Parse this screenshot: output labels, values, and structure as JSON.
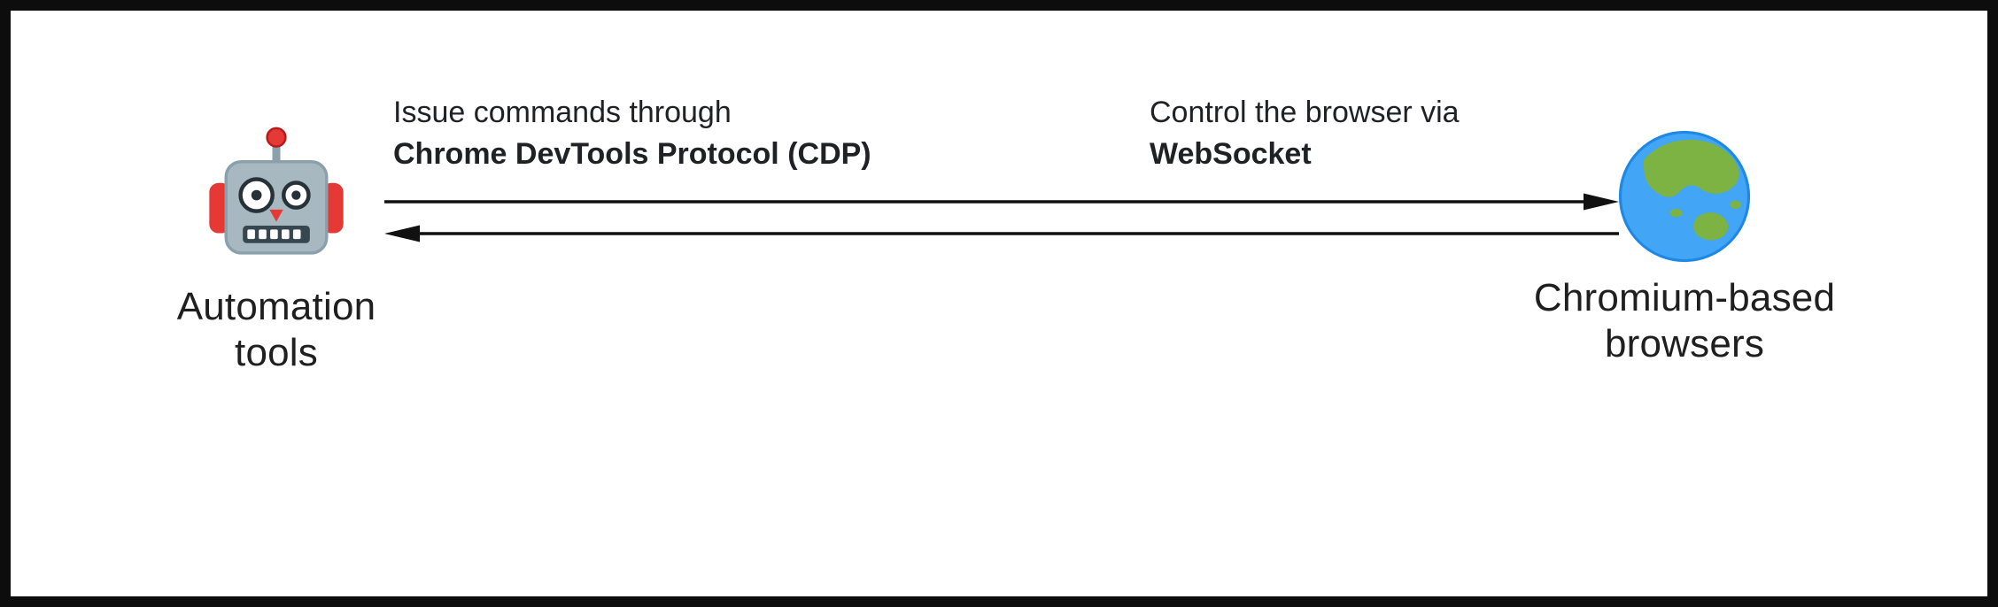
{
  "diagram": {
    "annotations": {
      "cdp": {
        "line1": "Issue commands through",
        "line2": "Chrome DevTools Protocol (CDP)"
      },
      "websocket": {
        "line1": "Control the browser via",
        "line2": "WebSocket"
      }
    },
    "nodes": {
      "automation": {
        "icon": "robot-icon",
        "line1": "Automation",
        "line2": "tools"
      },
      "browsers": {
        "icon": "globe-icon",
        "line1": "Chromium-based",
        "line2": "browsers"
      }
    },
    "arrows": {
      "top_direction": "left-to-right",
      "bottom_direction": "right-to-left",
      "color": "#111111"
    },
    "colors": {
      "background": "#ffffff",
      "border": "#0d0d0d",
      "text": "#202124",
      "robot_head": "#a7b8c1",
      "robot_accent": "#e53935",
      "globe_water": "#42a5f5",
      "globe_land": "#7cb342"
    }
  }
}
